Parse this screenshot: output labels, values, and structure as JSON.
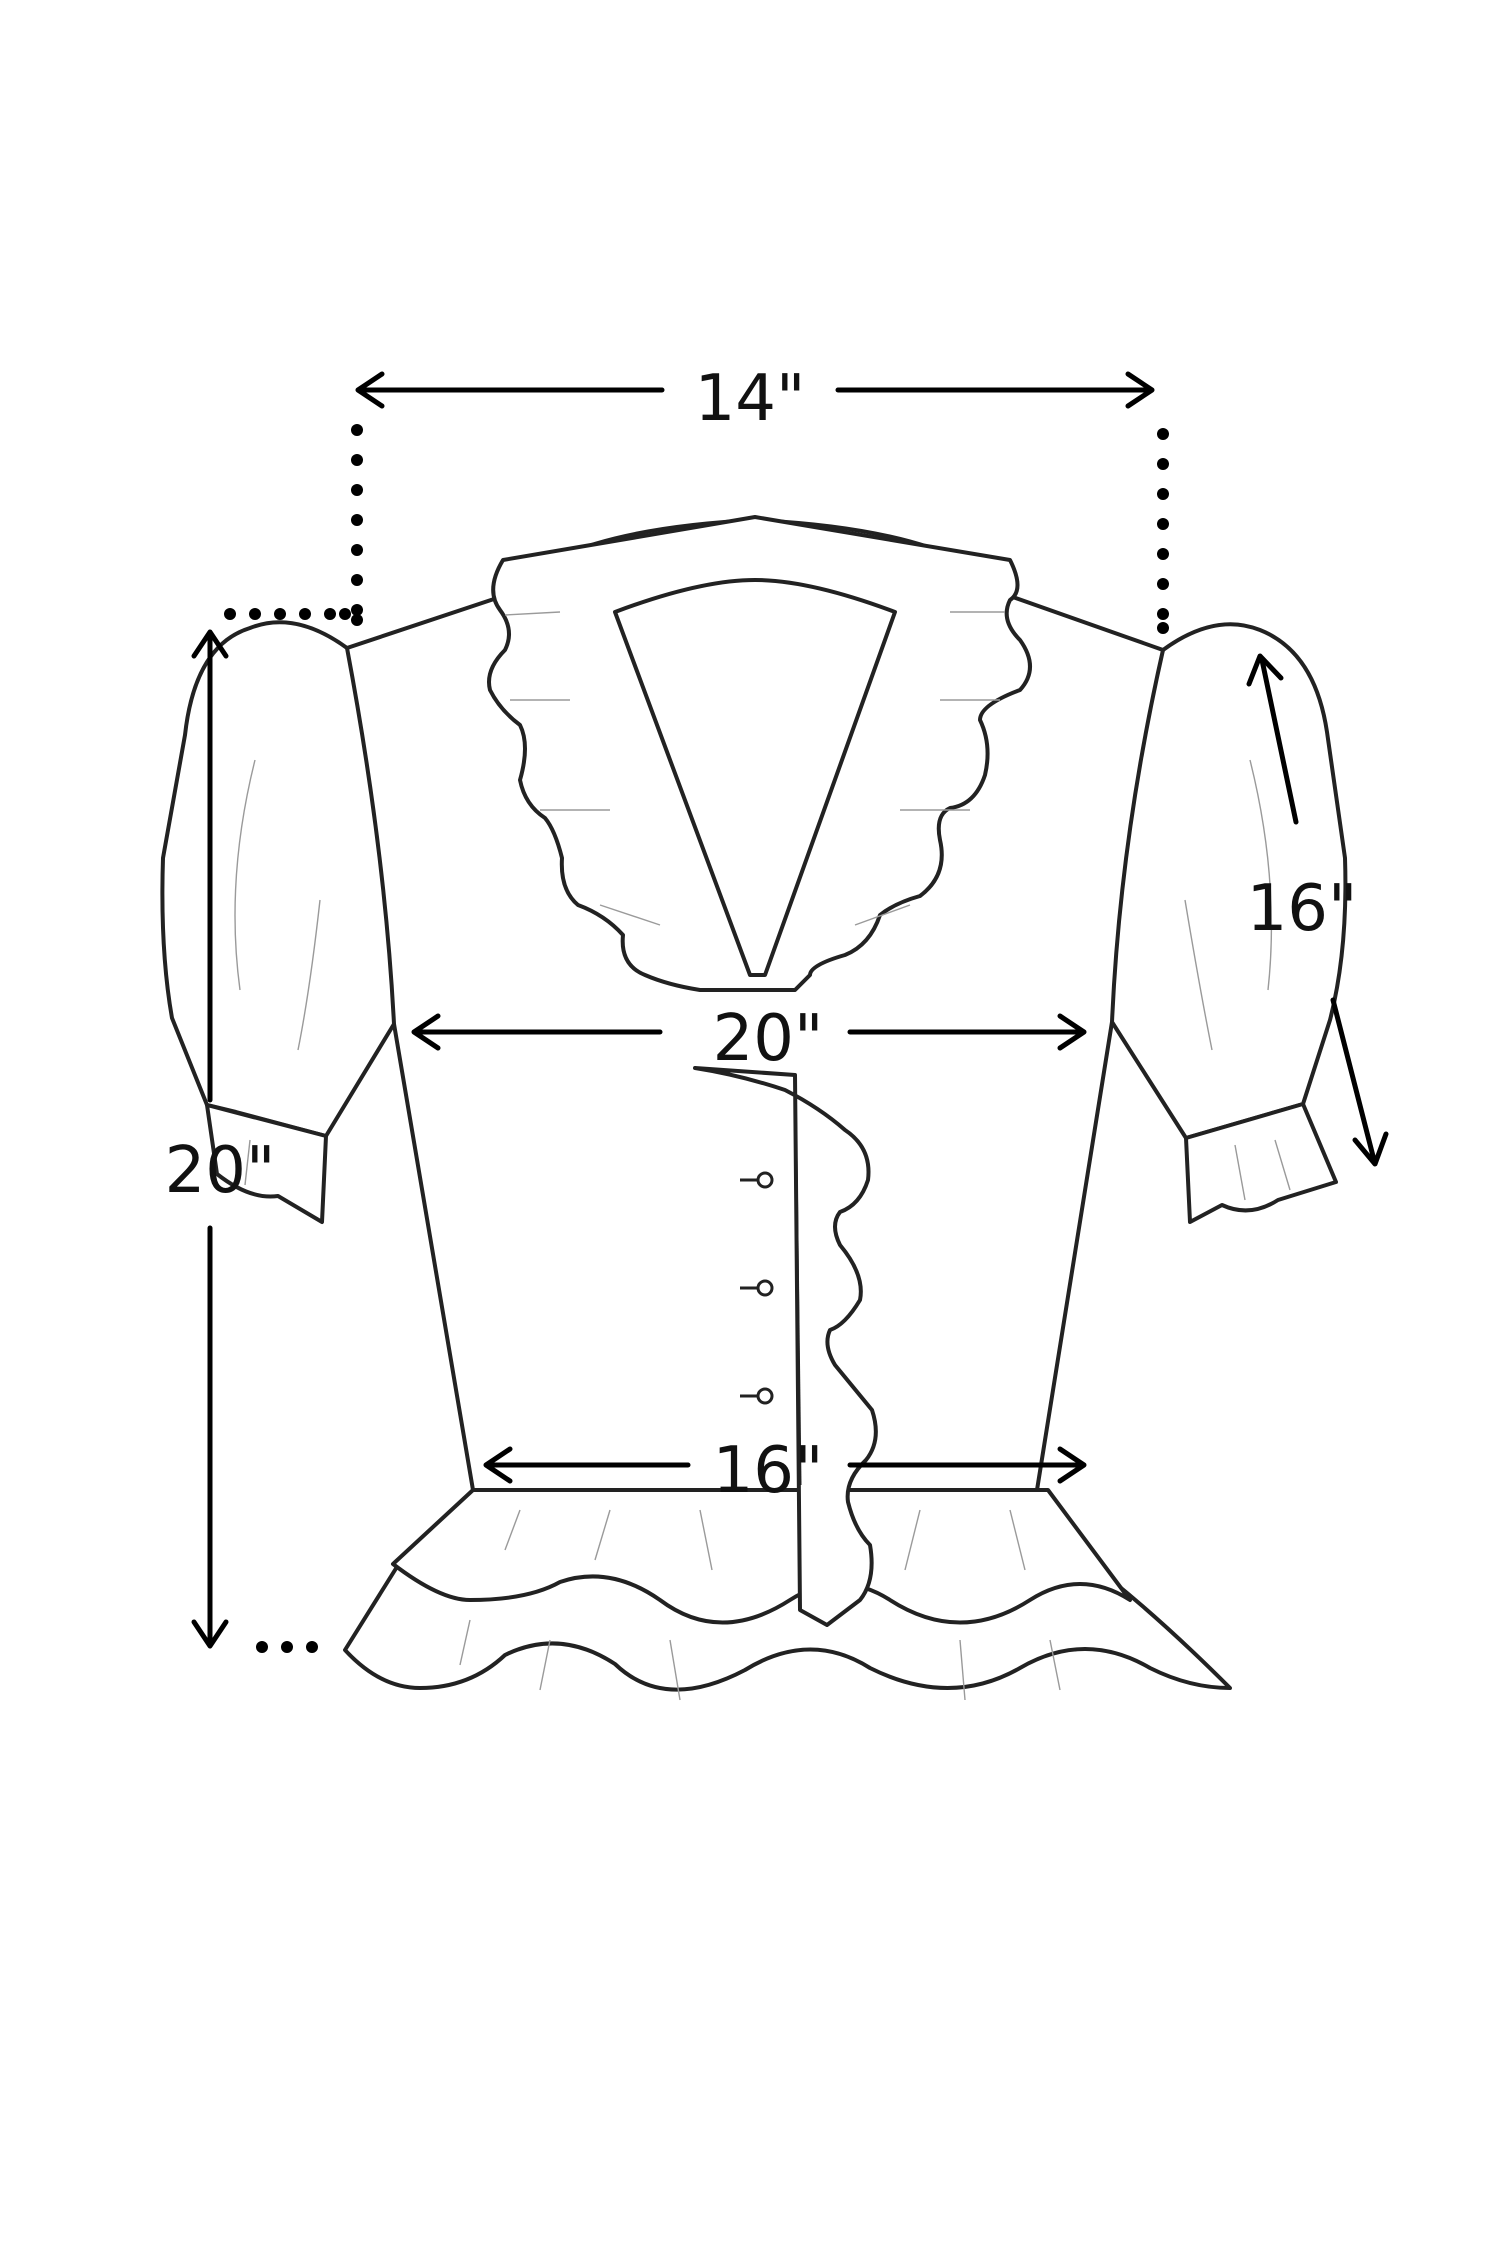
{
  "measurements": {
    "shoulder_width": "14\"",
    "chest_width": "20\"",
    "length": "20\"",
    "sleeve_length": "16\"",
    "waist_width": "16\""
  },
  "colors": {
    "outline": "#222222",
    "measure_line": "#000000",
    "background": "#ffffff"
  }
}
